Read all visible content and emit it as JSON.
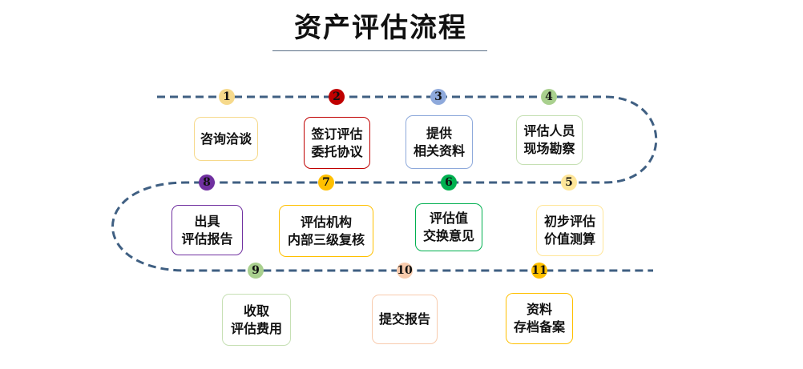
{
  "title": "资产评估流程",
  "colors": {
    "path": "#3f5f82"
  },
  "steps": [
    {
      "num": "1",
      "label": "咨询洽谈",
      "color": "#f6d98b",
      "border": "#f6d98b"
    },
    {
      "num": "2",
      "label": "签订评估\n委托协议",
      "color": "#c00000",
      "border": "#c00000"
    },
    {
      "num": "3",
      "label": "提供\n相关资料",
      "color": "#8ea9db",
      "border": "#8ea9db"
    },
    {
      "num": "4",
      "label": "评估人员\n现场勘察",
      "color": "#a9d08e",
      "border": "#c6e0b4"
    },
    {
      "num": "5",
      "label": "初步评估\n价值测算",
      "color": "#ffe699",
      "border": "#ffe699"
    },
    {
      "num": "6",
      "label": "评估值\n交换意见",
      "color": "#00b050",
      "border": "#00b050"
    },
    {
      "num": "7",
      "label": "评估机构\n内部三级复核",
      "color": "#ffc000",
      "border": "#ffc000"
    },
    {
      "num": "8",
      "label": "出具\n评估报告",
      "color": "#7030a0",
      "border": "#7030a0"
    },
    {
      "num": "9",
      "label": "收取\n评估费用",
      "color": "#a9d08e",
      "border": "#c6e0b4"
    },
    {
      "num": "10",
      "label": "提交报告",
      "color": "#f8cbad",
      "border": "#f8cbad"
    },
    {
      "num": "11",
      "label": "资料\n存档备案",
      "color": "#ffc000",
      "border": "#ffc000"
    }
  ]
}
